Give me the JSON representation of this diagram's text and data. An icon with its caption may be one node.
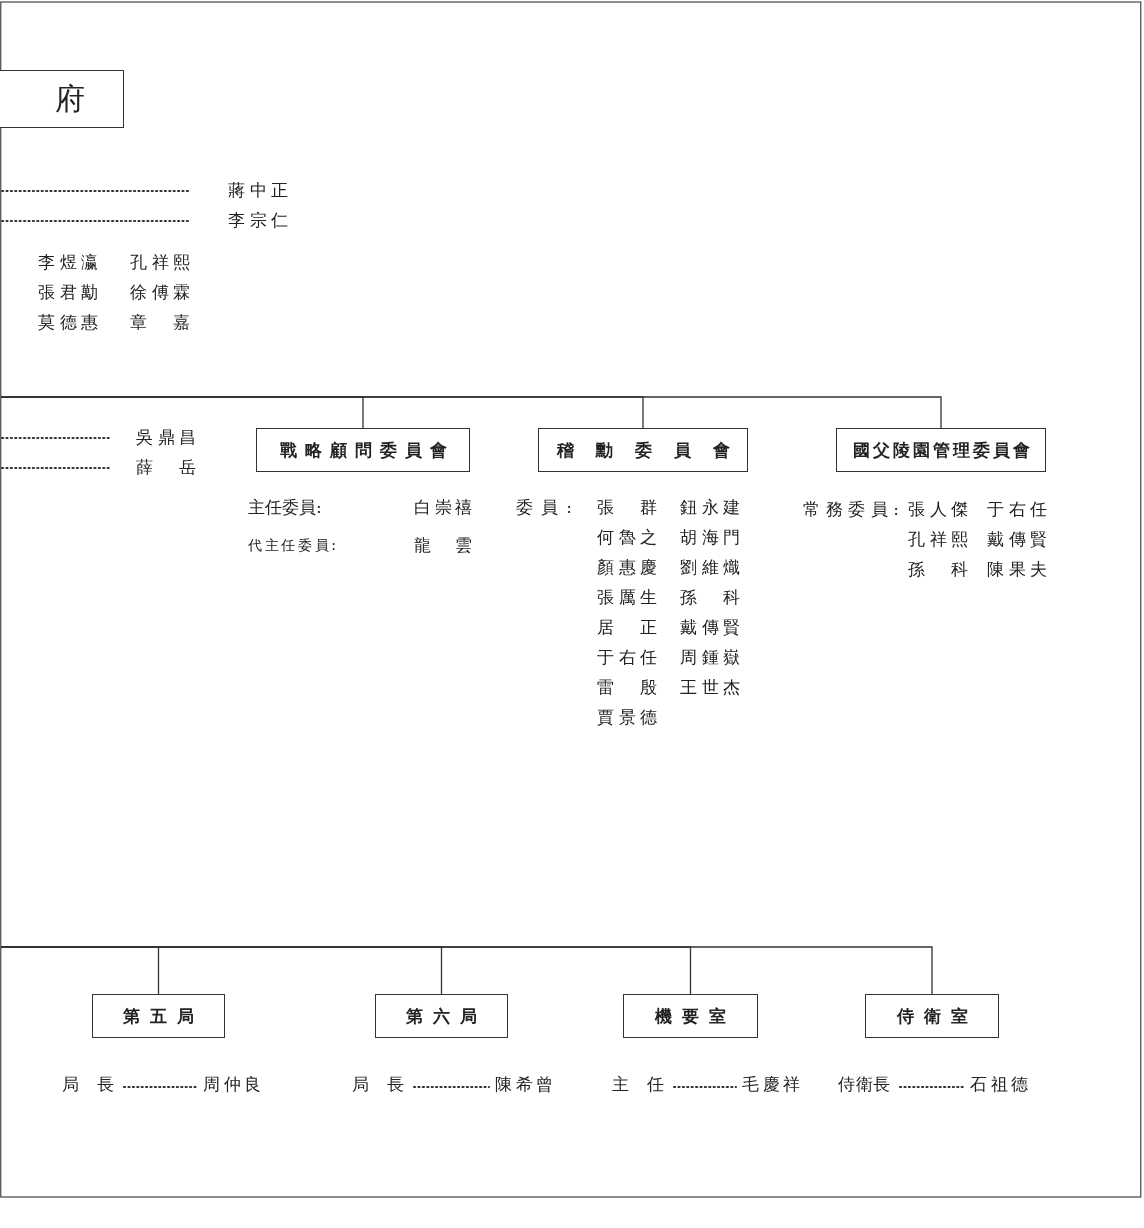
{
  "diagram": {
    "nodes": [
      {
        "text": [
          "府"
        ]
      },
      {
        "text": [
          "戰略顧問委員會"
        ],
        "beside": [
          "主任委員:",
          "白崇禧",
          "代主任委員:",
          "龍雲"
        ]
      },
      {
        "text": [
          "稽勳委員會"
        ],
        "beside": [
          "委員:",
          "張群",
          "鈕永建",
          "何魯之",
          "胡海門",
          "顏惠慶",
          "劉維熾",
          "張厲生",
          "孫科",
          "居正",
          "戴傳賢",
          "于右任",
          "周鍾嶽",
          "雷殷",
          "王世杰",
          "賈景德"
        ]
      },
      {
        "text": [
          "國父陵園管理委員會"
        ],
        "beside": [
          "常務委員:",
          "張人傑",
          "于右任",
          "孔祥熙",
          "戴傳賢",
          "孫科",
          "陳果夫"
        ]
      },
      {
        "text": [
          "第五局"
        ],
        "beside": [
          "局長",
          "周仲良"
        ]
      },
      {
        "text": [
          "第六局"
        ],
        "beside": [
          "局長",
          "陳希曾"
        ]
      },
      {
        "text": [
          "機要室"
        ],
        "beside": [
          "主任",
          "毛慶祥"
        ]
      },
      {
        "text": [
          "侍衛室"
        ],
        "beside": [
          "侍衛長",
          "石祖德"
        ]
      }
    ],
    "edges": [
      {
        "from": null,
        "to": 1,
        "arrow": "none"
      },
      {
        "from": null,
        "to": 2,
        "arrow": "none"
      },
      {
        "from": null,
        "to": 3,
        "arrow": "none"
      },
      {
        "from": null,
        "to": 4,
        "arrow": "none"
      },
      {
        "from": null,
        "to": 5,
        "arrow": "none"
      },
      {
        "from": null,
        "to": 6,
        "arrow": "none"
      },
      {
        "from": null,
        "to": 7,
        "arrow": "none"
      }
    ],
    "labels": [
      "蔣中正",
      "李宗仁",
      "李煜瀛",
      "孔祥熙",
      "張君勱",
      "徐傅霖",
      "莫德惠",
      "章嘉",
      "吳鼎昌",
      "薛岳"
    ]
  }
}
